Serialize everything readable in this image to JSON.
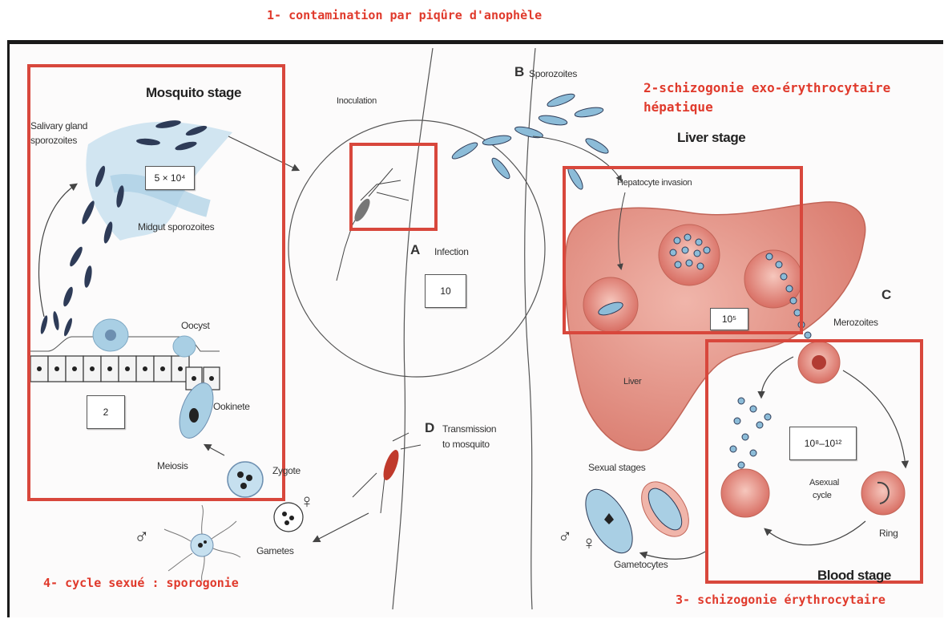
{
  "notes": {
    "step1": "1- contamination par piqûre d'anophèle",
    "step2_line1": "2-schizogonie exo-érythrocytaire",
    "step2_line2": "hépatique",
    "step3": "3- schizogonie érythrocytaire",
    "step4": "4- cycle sexué : sporogonie"
  },
  "stages": {
    "mosquito": "Mosquito stage",
    "liver": "Liver stage",
    "blood": "Blood stage"
  },
  "labels": {
    "salivary_1": "Salivary gland",
    "salivary_2": "sporozoites",
    "midgut": "Midgut sporozoites",
    "oocyst": "Oocyst",
    "ookinete": "Ookinete",
    "meiosis": "Meiosis",
    "zygote": "Zygote",
    "gametes": "Gametes",
    "inoculation": "Inoculation",
    "infection": "Infection",
    "sporozoites": "Sporozoites",
    "hepatocyte_invasion": "Hepatocyte invasion",
    "merozoites": "Merozoites",
    "liver": "Liver",
    "asexual_1": "Asexual",
    "asexual_2": "cycle",
    "ring": "Ring",
    "sexual_stages": "Sexual stages",
    "gametocytes": "Gametocytes",
    "transmission_1": "Transmission",
    "transmission_2": "to mosquito"
  },
  "markers": {
    "A": "A",
    "B": "B",
    "C": "C",
    "D": "D"
  },
  "counts": {
    "salivary": "5 × 10⁴",
    "infection": "10",
    "liver": "10⁵",
    "blood": "10⁸–10¹²",
    "oocyst": "2"
  },
  "symbols": {
    "male": "♂",
    "female": "♀"
  },
  "colors": {
    "annotation_red": "#e03a2c",
    "box_red": "#d8473c",
    "liver_pink": "#e8a59b",
    "parasite_blue": "#8cbcd8"
  }
}
